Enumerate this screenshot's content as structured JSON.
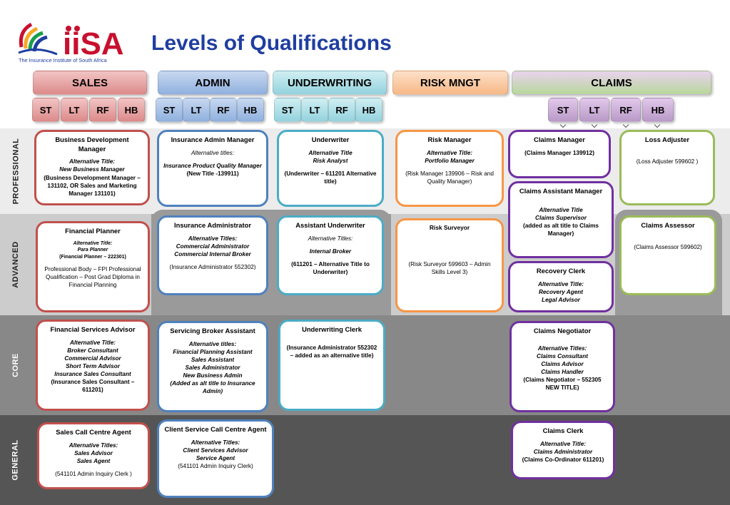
{
  "header": {
    "title": "Levels of Qualifications",
    "logo_text": "iiSA",
    "logo_tagline": "The Insurance Institute of South Africa"
  },
  "levels": [
    "PROFESSIONAL",
    "ADVANCED",
    "CORE",
    "GENERAL"
  ],
  "columns": {
    "sales": {
      "label": "SALES",
      "subs": [
        "ST",
        "LT",
        "RF",
        "HB"
      ]
    },
    "admin": {
      "label": "ADMIN",
      "subs": [
        "ST",
        "LT",
        "RF",
        "HB"
      ]
    },
    "underwriting": {
      "label": "UNDERWRITING",
      "subs": [
        "ST",
        "LT",
        "RF",
        "HB"
      ]
    },
    "risk": {
      "label": "RISK MNGT"
    },
    "claims": {
      "label": "CLAIMS",
      "subs": [
        "ST",
        "LT",
        "RF",
        "HB"
      ]
    }
  },
  "cards": {
    "bdm": {
      "title": "Business Development Manager",
      "alt_label": "Alternative Title:",
      "alt": "New Business Manager",
      "code": "(Business Development Manager – 131102, OR Sales and Marketing Manager 131101)"
    },
    "financial_planner": {
      "title": "Financial Planner",
      "alt_label": "Alternative Title:",
      "alt": "Para Planner",
      "code": "(Financial Planner – 222301)",
      "note": "Professional Body – FPI Professional Qualification – Post Grad Diploma in Financial Planning"
    },
    "fsa": {
      "title": "Financial Services Advisor",
      "alt_label": "Alternative Title:",
      "alt1": "Broker Consultant",
      "alt2": "Commercial Advisor",
      "alt3": "Short Term Advisor",
      "alt4": "Insurance Sales Consultant",
      "code": "(Insurance Sales Consultant – 611201)"
    },
    "sales_call": {
      "title": "Sales Call Centre Agent",
      "alt_label": "Alternative Titles:",
      "alt1": "Sales Advisor",
      "alt2": "Sales Agent",
      "code": "(541101 Admin Inquiry Clerk )"
    },
    "ins_admin_mgr": {
      "title": "Insurance Admin Manager",
      "alt_label": "Alternative titles:",
      "alt": "Insurance Product Quality Manager",
      "code": "(New Title -139911)"
    },
    "ins_admin": {
      "title": "Insurance Administrator",
      "alt_label": "Alternative Titles:",
      "alt1": "Commercial Administrator",
      "alt2": "Commercial Internal Broker",
      "code": "(Insurance Administrator 552302)"
    },
    "sba": {
      "title": "Servicing Broker Assistant",
      "alt_label": "Alternative titles:",
      "alt1": "Financial Planning Assistant",
      "alt2": "Sales Assistant",
      "alt3": "Sales Administrator",
      "alt4": "New Business Admin",
      "alt5": "(Added as alt title to Insurance Admin)"
    },
    "csca": {
      "title": "Client Service Call Centre Agent",
      "alt_label": "Alternative Titles:",
      "alt1": "Client Services Advisor",
      "alt2": "Service Agent",
      "code": "(541101 Admin Inquiry Clerk)"
    },
    "underwriter": {
      "title": "Underwriter",
      "alt_label": "Alternative Title",
      "alt": "Risk Analyst",
      "code": "(Underwriter – 611201 Alternative title)"
    },
    "asst_uw": {
      "title": "Assistant Underwriter",
      "alt_label": "Alternative Titles:",
      "alt": "Internal Broker",
      "code": "(611201 – Alternative Title to Underwriter)"
    },
    "uw_clerk": {
      "title": "Underwriting Clerk",
      "code": "(Insurance Administrator 552302 – added as an alternative title)"
    },
    "risk_mgr": {
      "title": "Risk Manager",
      "alt_label": "Alternative Title:",
      "alt": "Portfolio Manager",
      "code": "(Risk Manager 139906 – Risk and Quality Manager)"
    },
    "risk_surveyor": {
      "title": "Risk Surveyor",
      "code": "(Risk Surveyor 599603 – Admin Skills Level 3)"
    },
    "claims_mgr": {
      "title": "Claims Manager",
      "code": "(Claims Manager 139912)"
    },
    "claims_asst_mgr": {
      "title": "Claims Assistant Manager",
      "alt_label": "Alternative Title",
      "alt": "Claims Supervisor",
      "code": "(added as alt title to Claims Manager)"
    },
    "recovery_clerk": {
      "title": "Recovery Clerk",
      "alt_label": "Alternative Title:",
      "alt1": "Recovery Agent",
      "alt2": "Legal Advisor"
    },
    "claims_neg": {
      "title": "Claims Negotiator",
      "alt_label": "Alternative Titles:",
      "alt1": "Claims Consultant",
      "alt2": "Claims Advisor",
      "alt3": "Claims Handler",
      "code": "(Claims Negotiator – 552305 NEW TITLE)"
    },
    "claims_clerk": {
      "title": "Claims Clerk",
      "alt_label": "Alternative Title:",
      "alt": "Claims Administrator",
      "code": "(Claims Co-Ordinator 611201)"
    },
    "loss_adjuster": {
      "title": "Loss Adjuster",
      "code": "(Loss Adjuster 599602 )"
    },
    "claims_assessor": {
      "title": "Claims Assessor",
      "code": "(Claims Assessor 599602)"
    }
  },
  "colors": {
    "sales": "#c0504d",
    "admin": "#4f81bd",
    "underwriting": "#4bacc6",
    "risk": "#f79646",
    "claims": "#7030a0",
    "claims_alt": "#9bbb59",
    "title": "#1f3ea0"
  }
}
